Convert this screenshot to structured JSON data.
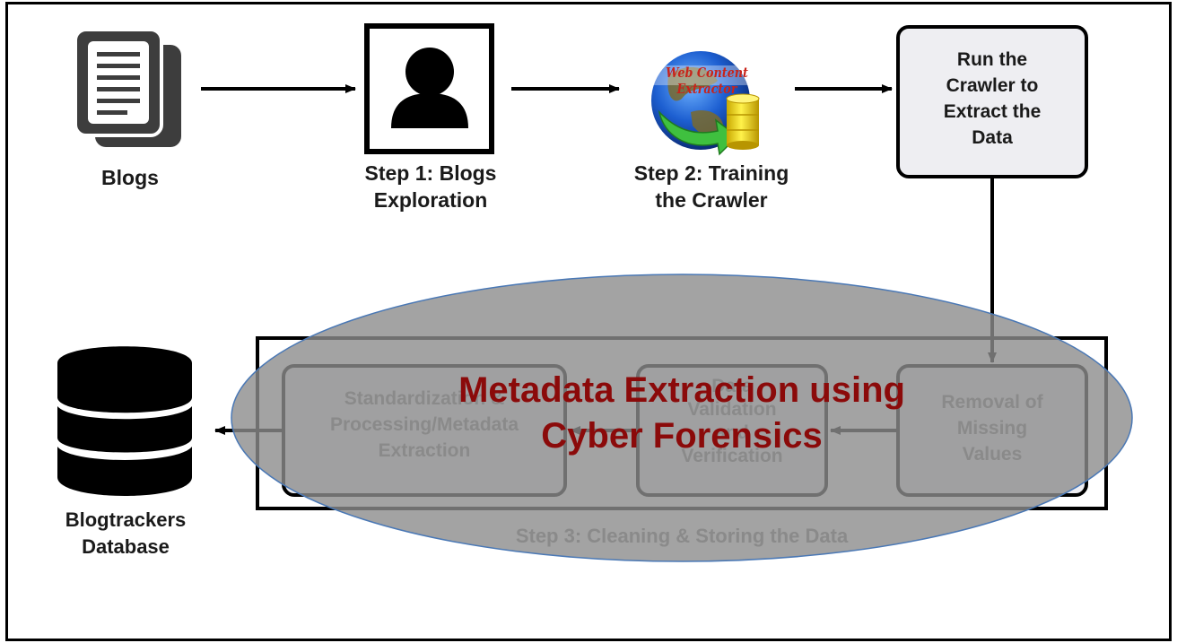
{
  "nodes": {
    "blogs": {
      "label": "Blogs"
    },
    "step1": {
      "lines": [
        "Step 1: Blogs",
        "Exploration"
      ]
    },
    "step2": {
      "lines": [
        "Step 2: Training",
        "the Crawler"
      ],
      "logo_text": "Web Content Extractor"
    },
    "run_crawler": {
      "lines": [
        "Run the",
        "Crawler to",
        "Extract the",
        "Data"
      ]
    },
    "database": {
      "lines": [
        "Blogtrackers",
        "Database"
      ]
    },
    "step3": {
      "caption": "Step 3: Cleaning & Storing the Data",
      "boxes": [
        {
          "id": "standardization",
          "lines": [
            "Standardization &",
            "Processing/Metadata",
            "Extraction"
          ]
        },
        {
          "id": "validation",
          "lines": [
            "Data",
            "Validation",
            "and",
            "Verification"
          ]
        },
        {
          "id": "removal",
          "lines": [
            "Removal of",
            "Missing",
            "Values"
          ]
        }
      ]
    }
  },
  "overlay": {
    "lines": [
      "Metadata Extraction using",
      "Cyber Forensics"
    ],
    "fill_color": "#8c8c8c",
    "text_color": "#8b0a0a"
  }
}
